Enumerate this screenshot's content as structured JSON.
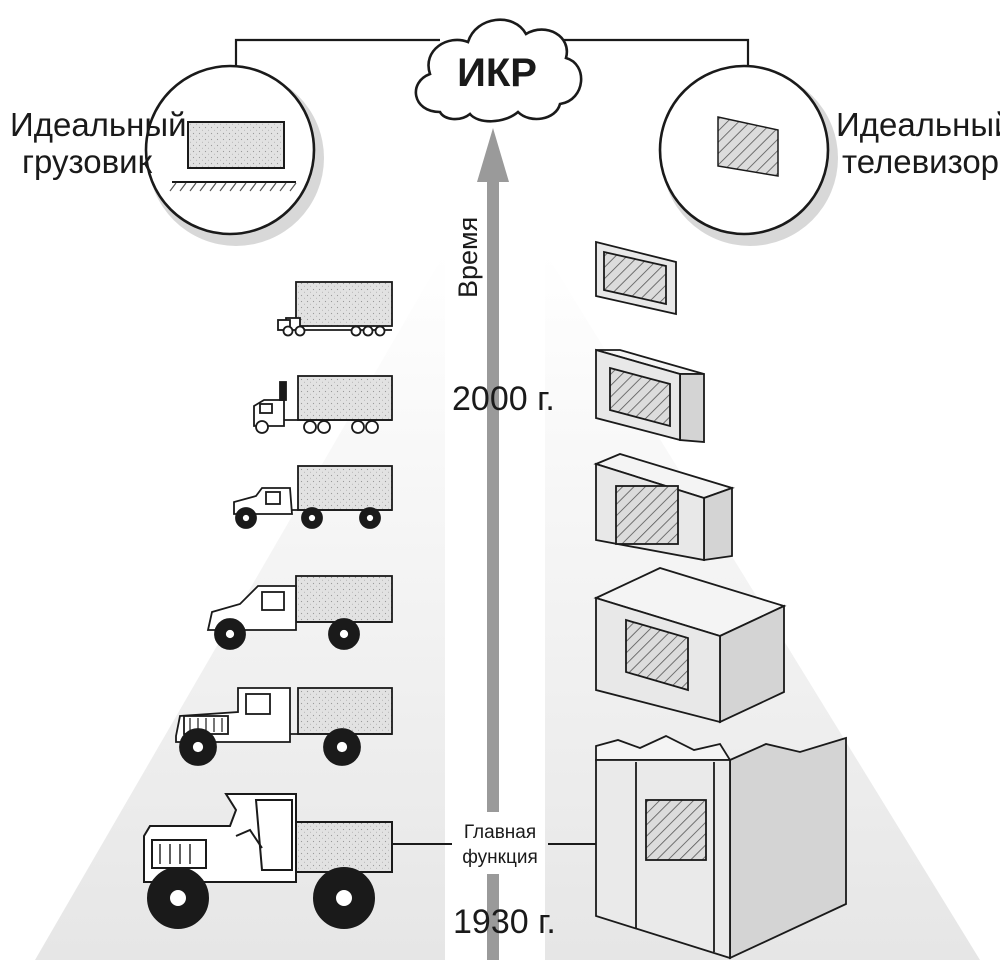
{
  "goal": {
    "label": "ИКР"
  },
  "ideal_truck": {
    "line1": "Идеальный",
    "line2": "грузовик"
  },
  "ideal_tv": {
    "line1": "Идеальный",
    "line2": "телевизор"
  },
  "axis": {
    "label": "Время"
  },
  "years": {
    "recent": "2000 г.",
    "early": "1930 г."
  },
  "main_function": {
    "line1": "Главная",
    "line2": "функция"
  },
  "colors": {
    "ink": "#1a1a1a",
    "fill": "#e4e4e4",
    "cone": "#ededed",
    "arrow": "#9a9a9a"
  }
}
